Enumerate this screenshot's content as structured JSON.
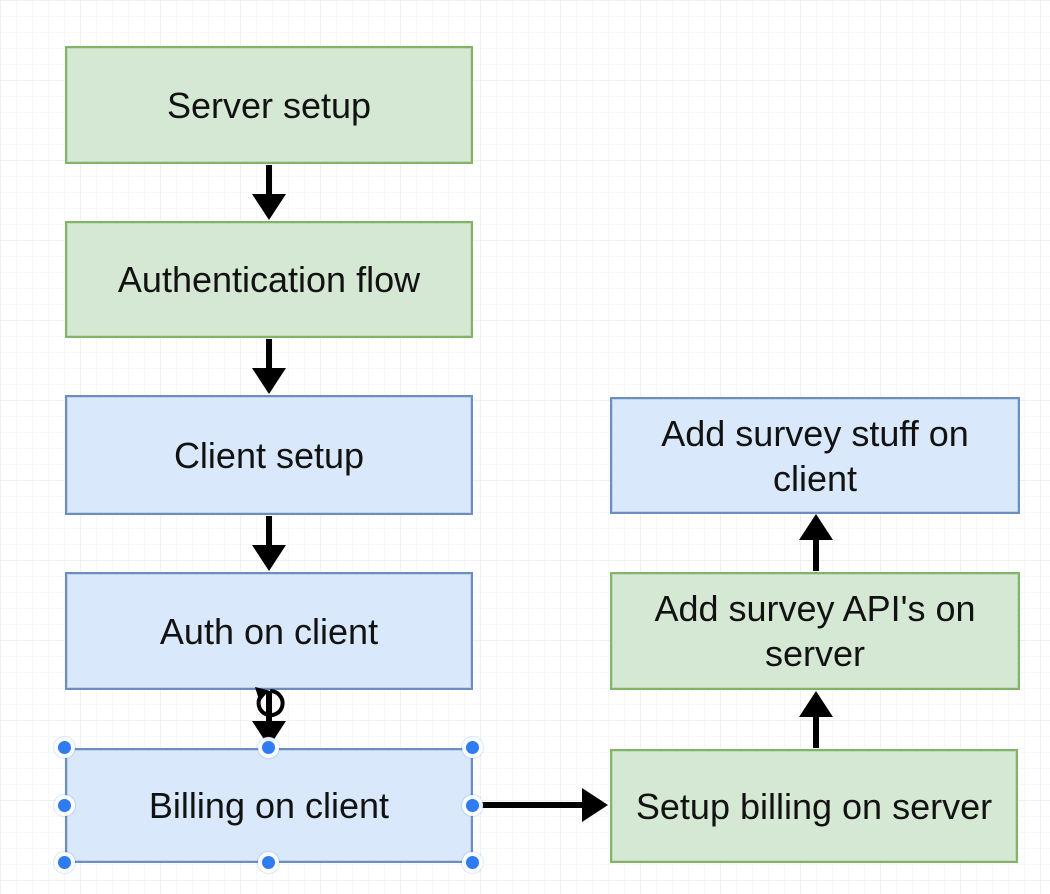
{
  "canvas": {
    "type": "diagram-editor-canvas",
    "background": "#ffffff",
    "grid_minor_color": "#f7f8f9",
    "grid_major_color": "#edeff1"
  },
  "palette": {
    "green_fill": "#d5e8d4",
    "green_border": "#82b366",
    "blue_fill": "#dae8fc",
    "blue_border": "#6c8ebf",
    "arrow_color": "#000000",
    "text_color": "#121212",
    "selection_handle_color": "#2e7cf0"
  },
  "nodes": [
    {
      "id": "server-setup",
      "label": "Server setup",
      "color": "green",
      "selected": false
    },
    {
      "id": "authentication-flow",
      "label": "Authentication flow",
      "color": "green",
      "selected": false
    },
    {
      "id": "client-setup",
      "label": "Client setup",
      "color": "blue",
      "selected": false
    },
    {
      "id": "auth-on-client",
      "label": "Auth on client",
      "color": "blue",
      "selected": false
    },
    {
      "id": "billing-on-client",
      "label": "Billing on client",
      "color": "blue",
      "selected": true
    },
    {
      "id": "add-survey-stuff-on-client",
      "label": "Add survey stuff on client",
      "color": "blue",
      "selected": false
    },
    {
      "id": "add-survey-apis-on-server",
      "label": "Add survey API's on server",
      "color": "green",
      "selected": false
    },
    {
      "id": "setup-billing-on-server",
      "label": "Setup billing on server",
      "color": "green",
      "selected": false
    }
  ],
  "edges": [
    {
      "from": "server-setup",
      "to": "authentication-flow",
      "direction": "down"
    },
    {
      "from": "authentication-flow",
      "to": "client-setup",
      "direction": "down"
    },
    {
      "from": "client-setup",
      "to": "auth-on-client",
      "direction": "down"
    },
    {
      "from": "auth-on-client",
      "to": "billing-on-client",
      "direction": "down",
      "icon": "rotate-icon"
    },
    {
      "from": "billing-on-client",
      "to": "setup-billing-on-server",
      "direction": "right"
    },
    {
      "from": "setup-billing-on-server",
      "to": "add-survey-apis-on-server",
      "direction": "up"
    },
    {
      "from": "add-survey-apis-on-server",
      "to": "add-survey-stuff-on-client",
      "direction": "up"
    }
  ],
  "selection": {
    "selected_node": "billing-on-client",
    "handle_count": 8
  }
}
